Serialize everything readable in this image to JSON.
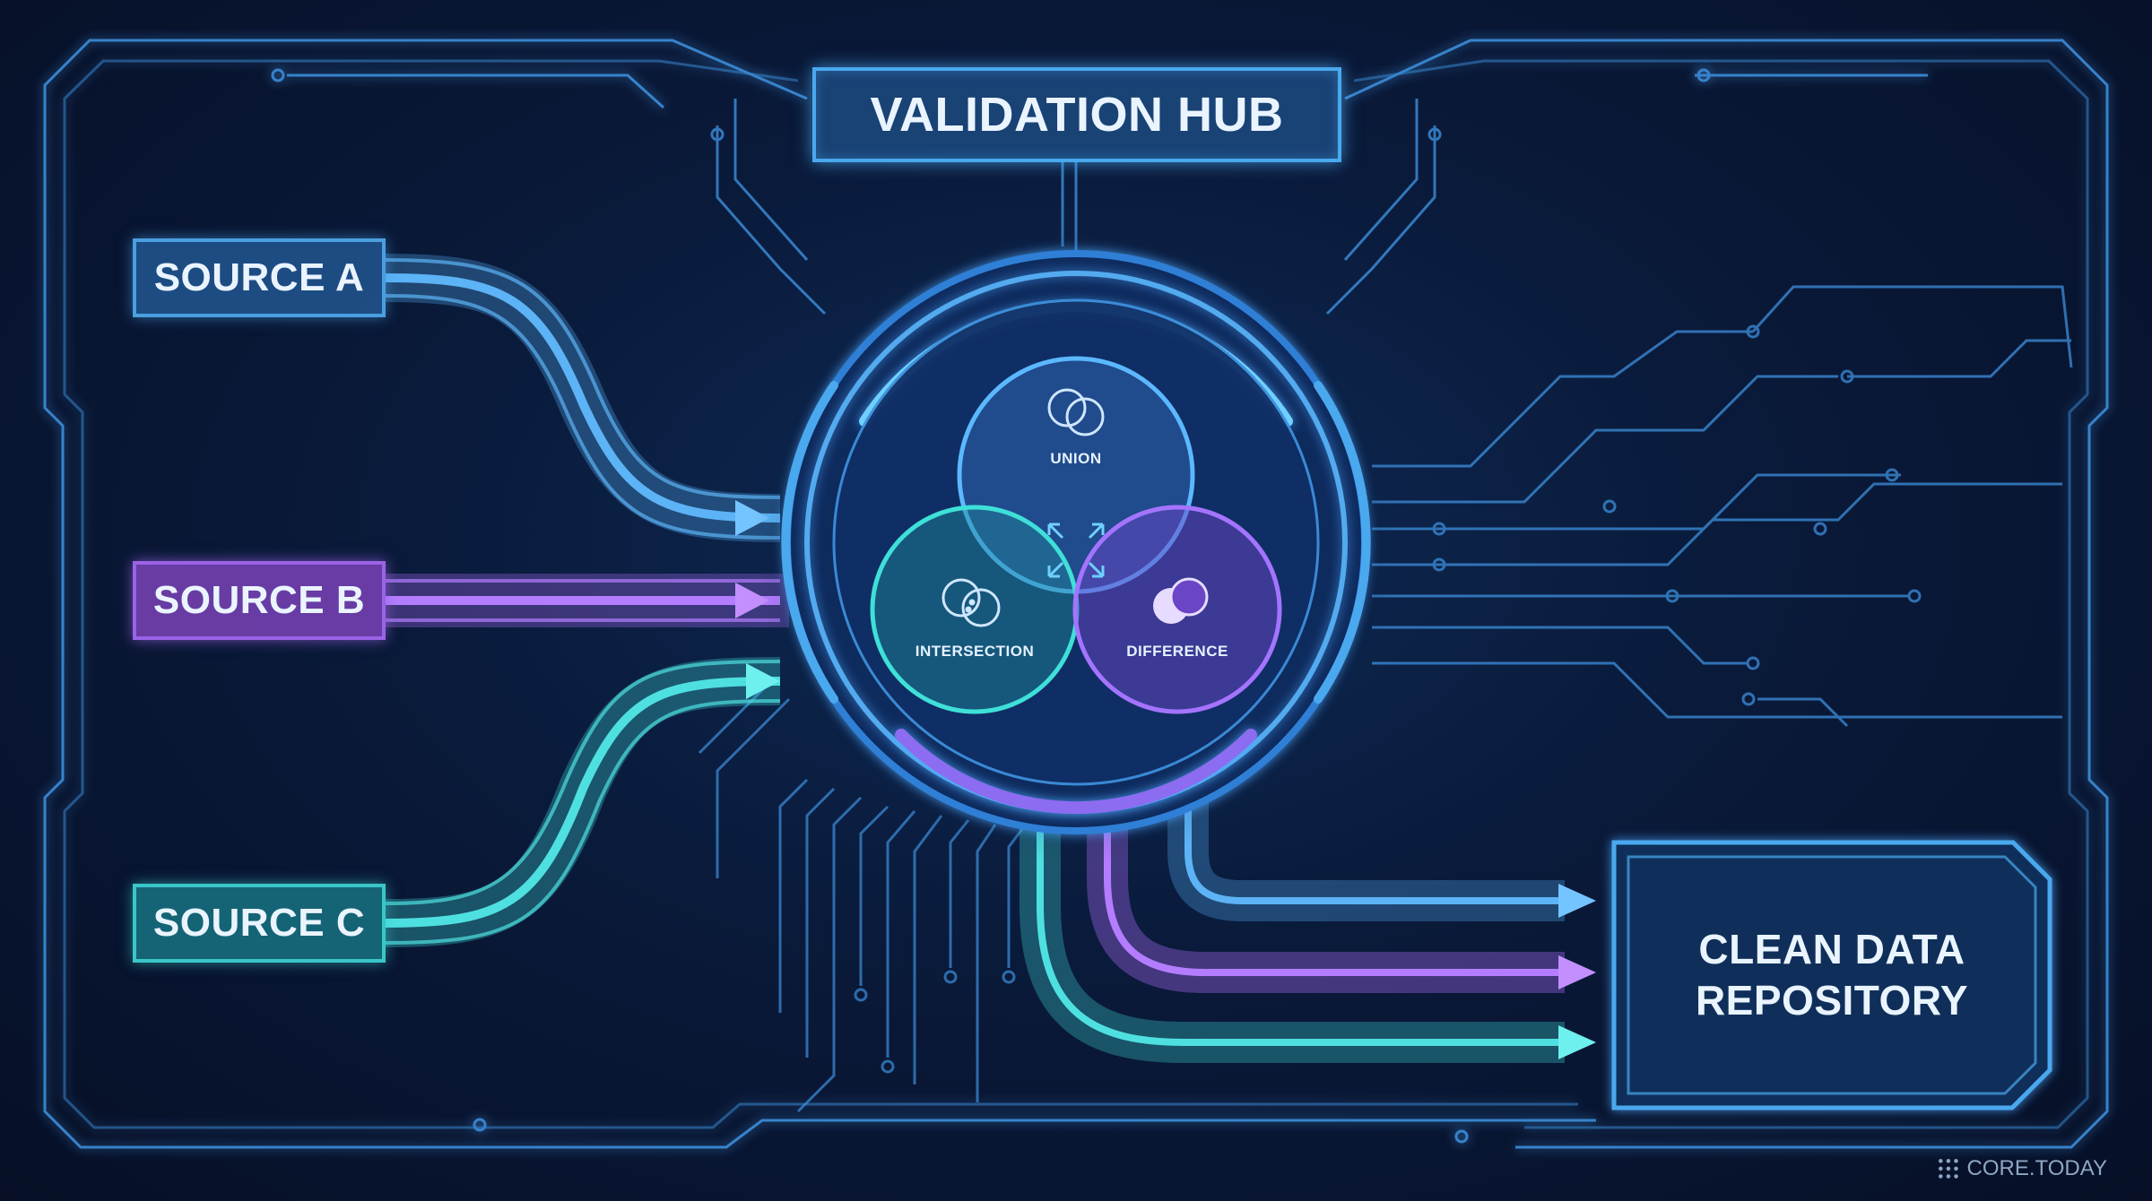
{
  "hub": {
    "title": "VALIDATION HUB"
  },
  "sources": [
    {
      "label": "SOURCE A",
      "color": "#4a9fe0"
    },
    {
      "label": "SOURCE B",
      "color": "#9a63e6"
    },
    {
      "label": "SOURCE C",
      "color": "#3ac6c8"
    }
  ],
  "venn": {
    "union": "UNION",
    "intersection": "INTERSECTION",
    "difference": "DIFFERENCE"
  },
  "repository": {
    "line1": "CLEAN DATA",
    "line2": "REPOSITORY"
  },
  "watermark": {
    "text": "CORE.TODAY"
  },
  "colors": {
    "background": "#0a1a3a",
    "circuit": "#3d8fdc",
    "blue": "#4a9fe0",
    "purple": "#9a63e6",
    "teal": "#3ac6c8"
  }
}
